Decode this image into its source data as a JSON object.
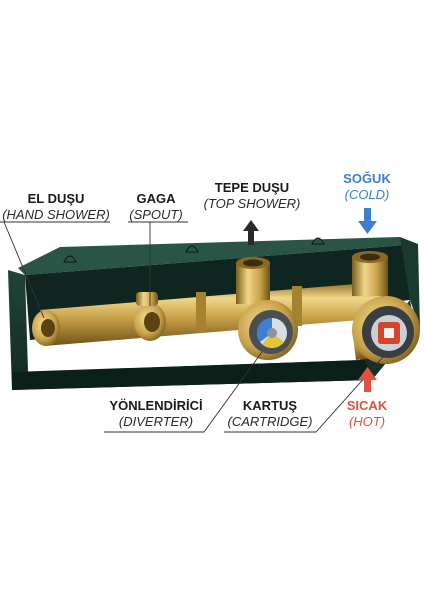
{
  "labels": {
    "hand_shower": {
      "title": "EL DUŞU",
      "subtitle": "(HAND SHOWER)"
    },
    "spout": {
      "title": "GAGA",
      "subtitle": "(SPOUT)"
    },
    "top_shower": {
      "title": "TEPE DUŞU",
      "subtitle": "(TOP SHOWER)"
    },
    "cold": {
      "title": "SOĞUK",
      "subtitle": "(COLD)"
    },
    "diverter": {
      "title": "YÖNLENDİRİCİ",
      "subtitle": "(DIVERTER)"
    },
    "cartridge": {
      "title": "KARTUŞ",
      "subtitle": "(CARTRIDGE)"
    },
    "hot": {
      "title": "SICAK",
      "subtitle": "(HOT)"
    }
  },
  "colors": {
    "box_front": "#17372e",
    "box_dark": "#0f2620",
    "box_edge": "#2a5446",
    "brass": "#c9a24a",
    "brass_dark": "#8a6a22",
    "brass_light": "#f0d78a",
    "cold": "#3d7fd0",
    "hot": "#e0533a",
    "leader": "#333333"
  }
}
